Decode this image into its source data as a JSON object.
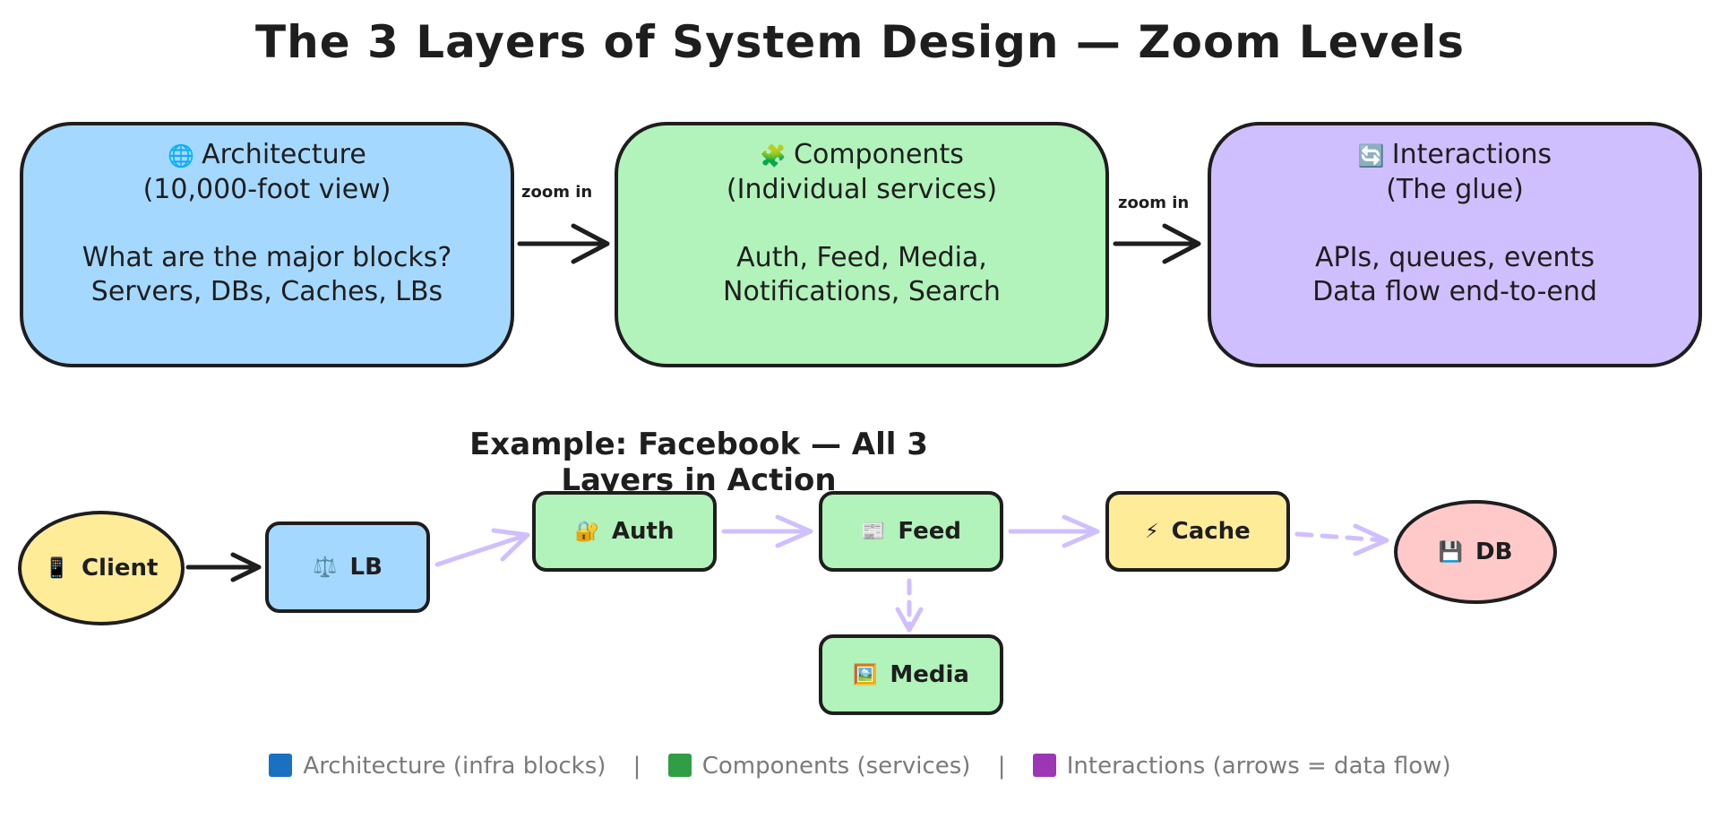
{
  "title": "The 3 Layers of System Design — Zoom Levels",
  "layers": [
    {
      "icon": "🌐",
      "title": "Architecture",
      "subtitle": "(10,000-foot view)",
      "line1": "What are the major blocks?",
      "line2": "Servers, DBs, Caches, LBs",
      "color": "#a5d8ff"
    },
    {
      "icon": "🧩",
      "title": "Components",
      "subtitle": "(Individual services)",
      "line1": "Auth, Feed, Media,",
      "line2": "Notifications, Search",
      "color": "#b2f2bb"
    },
    {
      "icon": "🔄",
      "title": "Interactions",
      "subtitle": "(The glue)",
      "line1": "APIs, queues, events",
      "line2": "Data flow end-to-end",
      "color": "#d0bfff"
    }
  ],
  "zoom_label": "zoom in",
  "example_title": "Example: Facebook — All 3 Layers in Action",
  "nodes": {
    "client": {
      "icon": "📱",
      "label": "Client",
      "color": "#ffec99"
    },
    "lb": {
      "icon": "⚖️",
      "label": "LB",
      "color": "#a5d8ff"
    },
    "auth": {
      "icon": "🔐",
      "label": "Auth",
      "color": "#b2f2bb"
    },
    "feed": {
      "icon": "📰",
      "label": "Feed",
      "color": "#b2f2bb"
    },
    "cache": {
      "icon": "⚡",
      "label": "Cache",
      "color": "#ffec99"
    },
    "db": {
      "icon": "💾",
      "label": "DB",
      "color": "#ffc9c9"
    },
    "media": {
      "icon": "🖼️",
      "label": "Media",
      "color": "#b2f2bb"
    }
  },
  "legend": {
    "arch": {
      "swatch": "#1971c2",
      "label": "Architecture (infra blocks)"
    },
    "comp": {
      "swatch": "#2f9e44",
      "label": "Components (services)"
    },
    "inter": {
      "swatch": "#9c36b5",
      "label": "Interactions (arrows = data flow)"
    },
    "separator": "|"
  },
  "colors": {
    "stroke": "#1e1e1e",
    "flow_arrow": "#d0bfff"
  }
}
